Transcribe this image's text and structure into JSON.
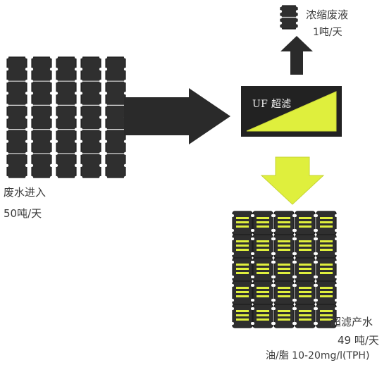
{
  "labels": {
    "concentrate_title": "浓缩废液",
    "concentrate_rate": "1吨/天",
    "uf_title": "UF 超滤",
    "inflow_title": "废水进入",
    "inflow_rate": "50吨/天",
    "permeate_title": "超滤产水",
    "permeate_rate": "49 吨/天",
    "permeate_quality": "油/脂 10-20mg/l(TPH)"
  },
  "colors": {
    "dark_drum": "#2f2f2f",
    "drum_edge": "#1e1e1e",
    "uf_body": "#222222",
    "uf_accent": "#dfef3d",
    "arrow_dark": "#2a2a2a",
    "arrow_yellow": "#dfef3d",
    "drum_stripe": "#dfef3d"
  },
  "icons": {
    "inflow": "inflow-drums-icon",
    "concentrate": "concentrate-drum-icon",
    "permeate": "permeate-drums-icon",
    "process": "uf-process-block-icon"
  }
}
